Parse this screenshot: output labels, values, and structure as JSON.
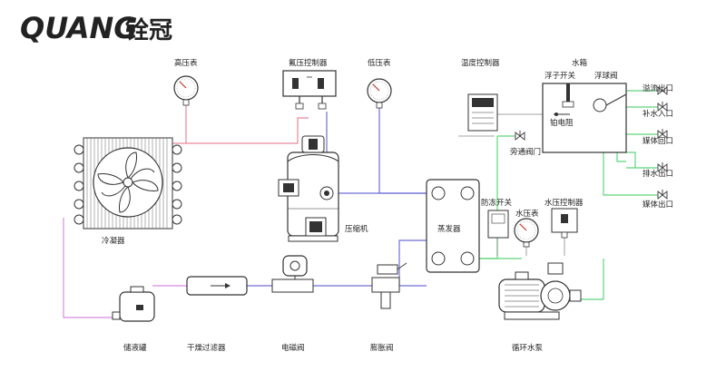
{
  "brand": {
    "logo_latin": "QUANG",
    "logo_cn": "铨冠",
    "color": "#1d2a6e"
  },
  "labels": {
    "high_pressure_gauge": "高压表",
    "pressure_controller": "氟压控制器",
    "low_pressure_gauge": "低压表",
    "temperature_controller": "温度控制器",
    "water_tank": "水箱",
    "float_switch": "浮子开关",
    "float_valve": "浮球阀",
    "overflow_outlet": "溢流出口",
    "water_inlet": "补水入口",
    "medium_return": "媒体回口",
    "drain_outlet": "排水出口",
    "medium_outlet": "媒体出口",
    "heater": "铂电阻",
    "bypass_valve": "旁通阀门",
    "condenser": "冷凝器",
    "compressor": "压缩机",
    "evaporator": "蒸发器",
    "antifreeze_switch": "防冻开关",
    "water_pressure_gauge": "水压表",
    "water_pressure_controller": "水压控制器",
    "receiver": "储液罐",
    "drier_filter": "干燥过滤器",
    "solenoid_valve": "电磁阀",
    "expansion_valve": "膨胀阀",
    "circulation_pump": "循环水泵"
  },
  "line_colors": {
    "high_pressure": "#e8869a",
    "low_pressure": "#6f6fd6",
    "liquid": "#d88ce0",
    "water": "#5fd47c",
    "equipment": "#333333"
  }
}
